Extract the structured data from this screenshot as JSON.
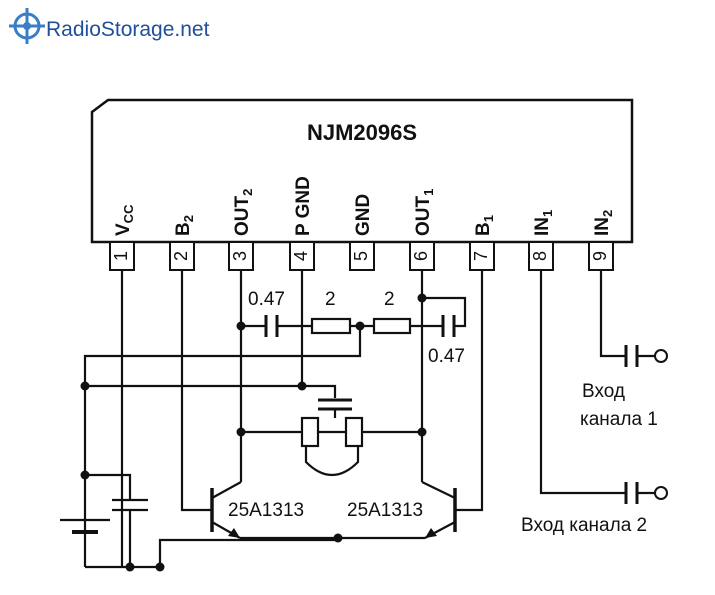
{
  "watermark": {
    "text": "RadioStorage.net",
    "logo_color": "#3a7ec8",
    "text_color": "#1f4f9a"
  },
  "chip": {
    "name": "NJM2096S",
    "pins": [
      {
        "number": "1",
        "label": "V",
        "sub": "CC"
      },
      {
        "number": "2",
        "label": "B",
        "sub": "2"
      },
      {
        "number": "3",
        "label": "OUT",
        "sub": "2"
      },
      {
        "number": "4",
        "label": "P GND",
        "sub": ""
      },
      {
        "number": "5",
        "label": "GND",
        "sub": ""
      },
      {
        "number": "6",
        "label": "OUT",
        "sub": "1"
      },
      {
        "number": "7",
        "label": "B",
        "sub": "1"
      },
      {
        "number": "8",
        "label": "IN",
        "sub": "1"
      },
      {
        "number": "9",
        "label": "IN",
        "sub": "2"
      }
    ]
  },
  "components": {
    "cap_left_value": "0.47",
    "res_left_value": "2",
    "res_right_value": "2",
    "cap_right_value": "0.47",
    "transistor_left": "25A1313",
    "transistor_right": "25A1313"
  },
  "inputs": {
    "channel1_line1": "Вход",
    "channel1_line2": "канала 1",
    "channel2": "Вход канала 2"
  }
}
